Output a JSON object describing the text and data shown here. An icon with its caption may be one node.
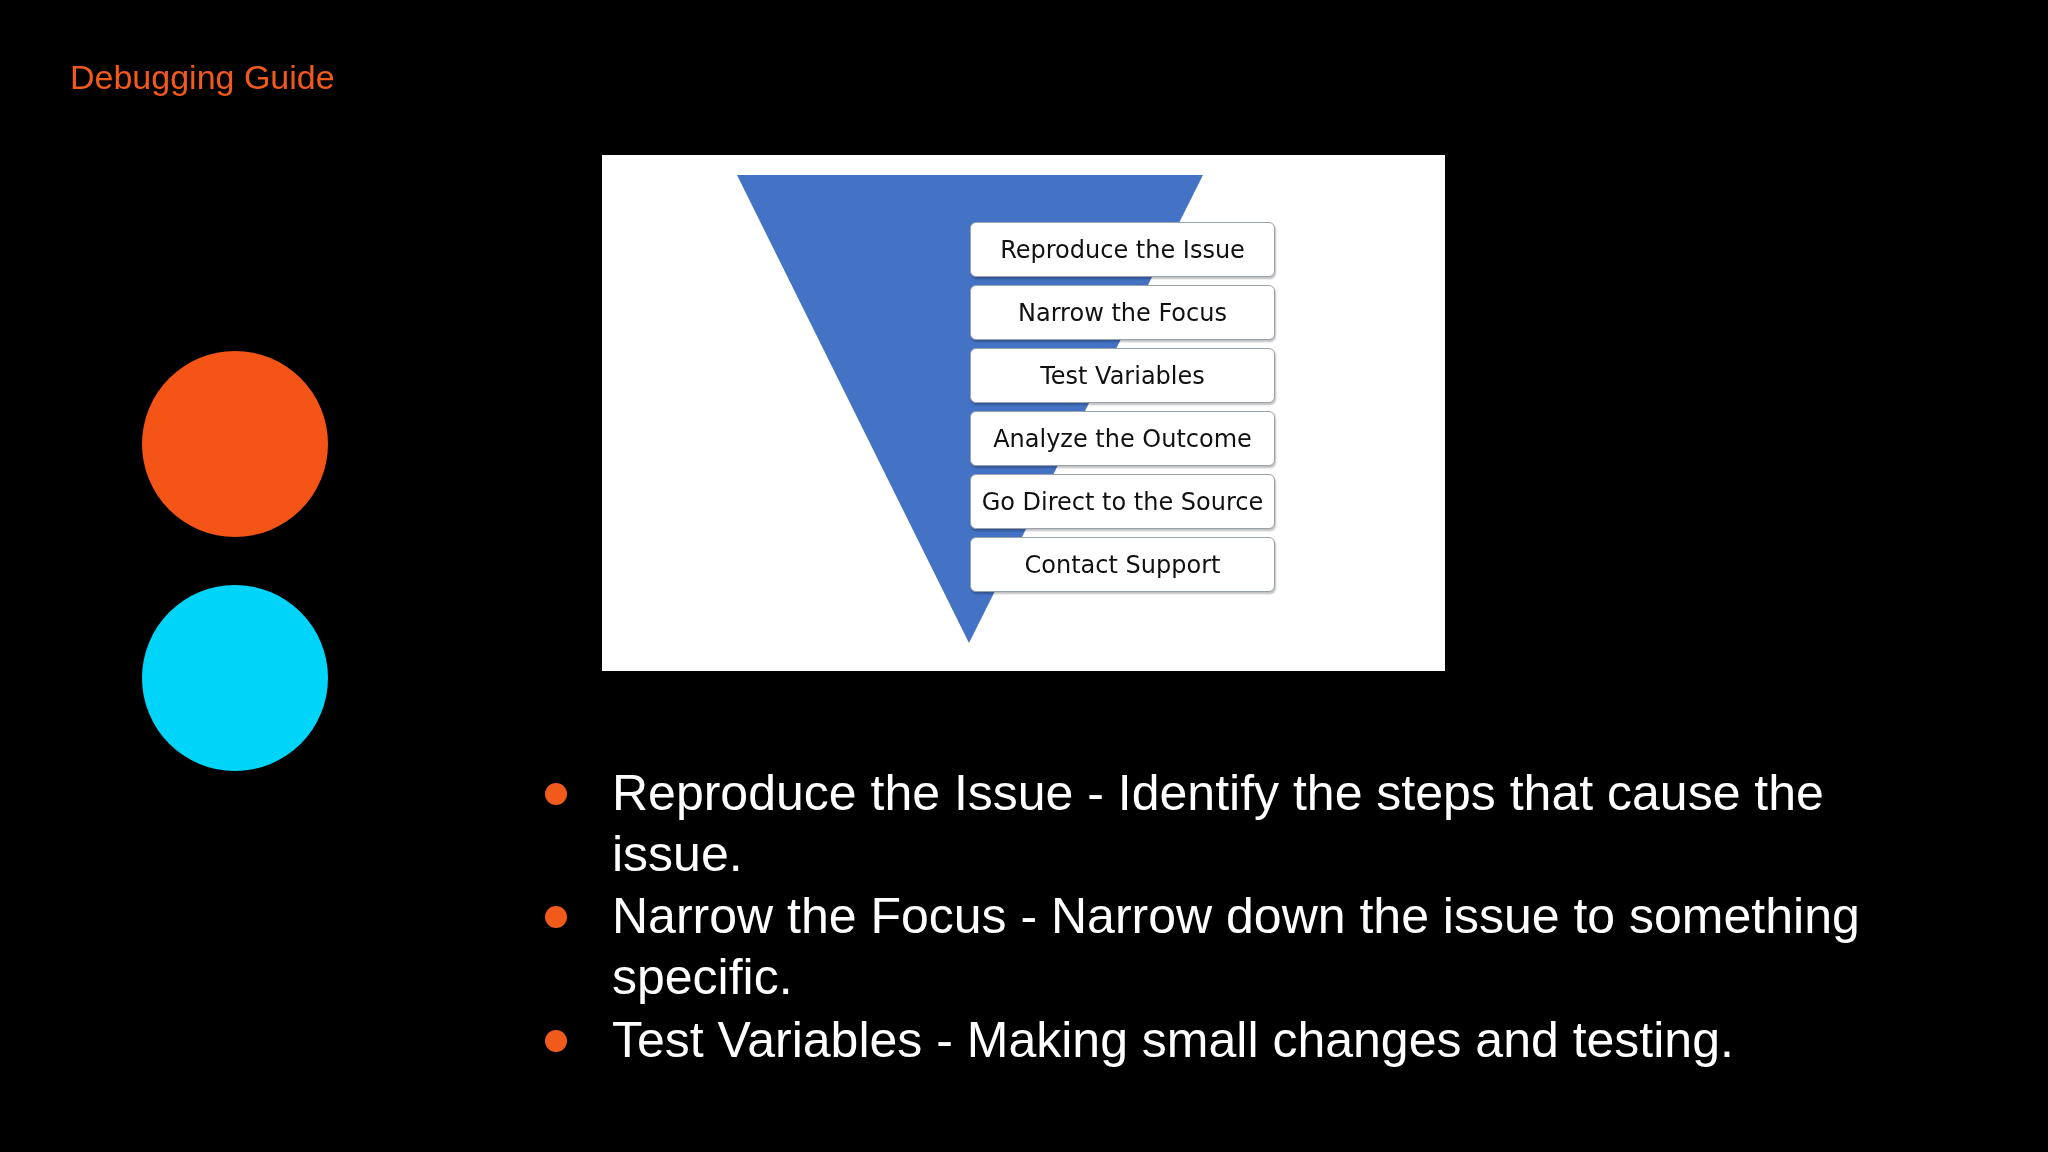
{
  "diagram": {
    "title": "Debugging Guide",
    "nodes": [
      {
        "text": [],
        "shape": "circle"
      },
      {
        "text": [],
        "shape": "circle"
      },
      {
        "text": [
          "Reproduce the Issue"
        ]
      },
      {
        "text": [
          "Narrow the Focus"
        ]
      },
      {
        "text": [
          "Test Variables"
        ]
      },
      {
        "text": [
          "Analyze the Outcome"
        ]
      },
      {
        "text": [
          "Go Direct to the Source"
        ]
      },
      {
        "text": [
          "Contact Support"
        ]
      }
    ],
    "edges": [],
    "labels": [
      "Reproduce the Issue - Identify the steps that cause the issue.",
      "Narrow the Focus - Narrow down the issue to something specific.",
      "Test Variables - Making small changes and testing."
    ]
  }
}
